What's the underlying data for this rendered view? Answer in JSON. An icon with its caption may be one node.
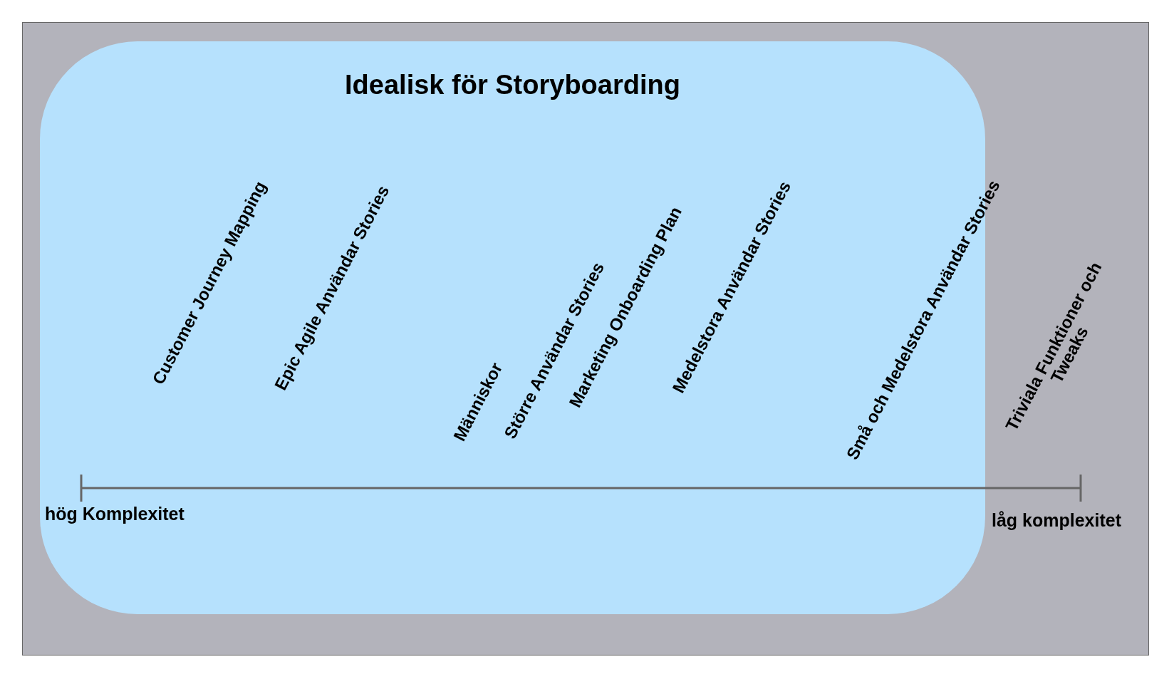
{
  "diagram": {
    "nodes": [
      {
        "text": [
          "Idealisk för Storyboarding"
        ]
      }
    ],
    "labels": [
      "Customer Journey Mapping",
      "Epic Agile Användar Stories",
      "Människor",
      "Större Användar Stories",
      "Marketing Onboarding Plan",
      "Medelstora Användar Stories",
      "Små och Medelstora Användar Stories",
      "Triviala Funktioner och Tweaks",
      "hög Komplexitet",
      "låg komplexitet"
    ]
  }
}
